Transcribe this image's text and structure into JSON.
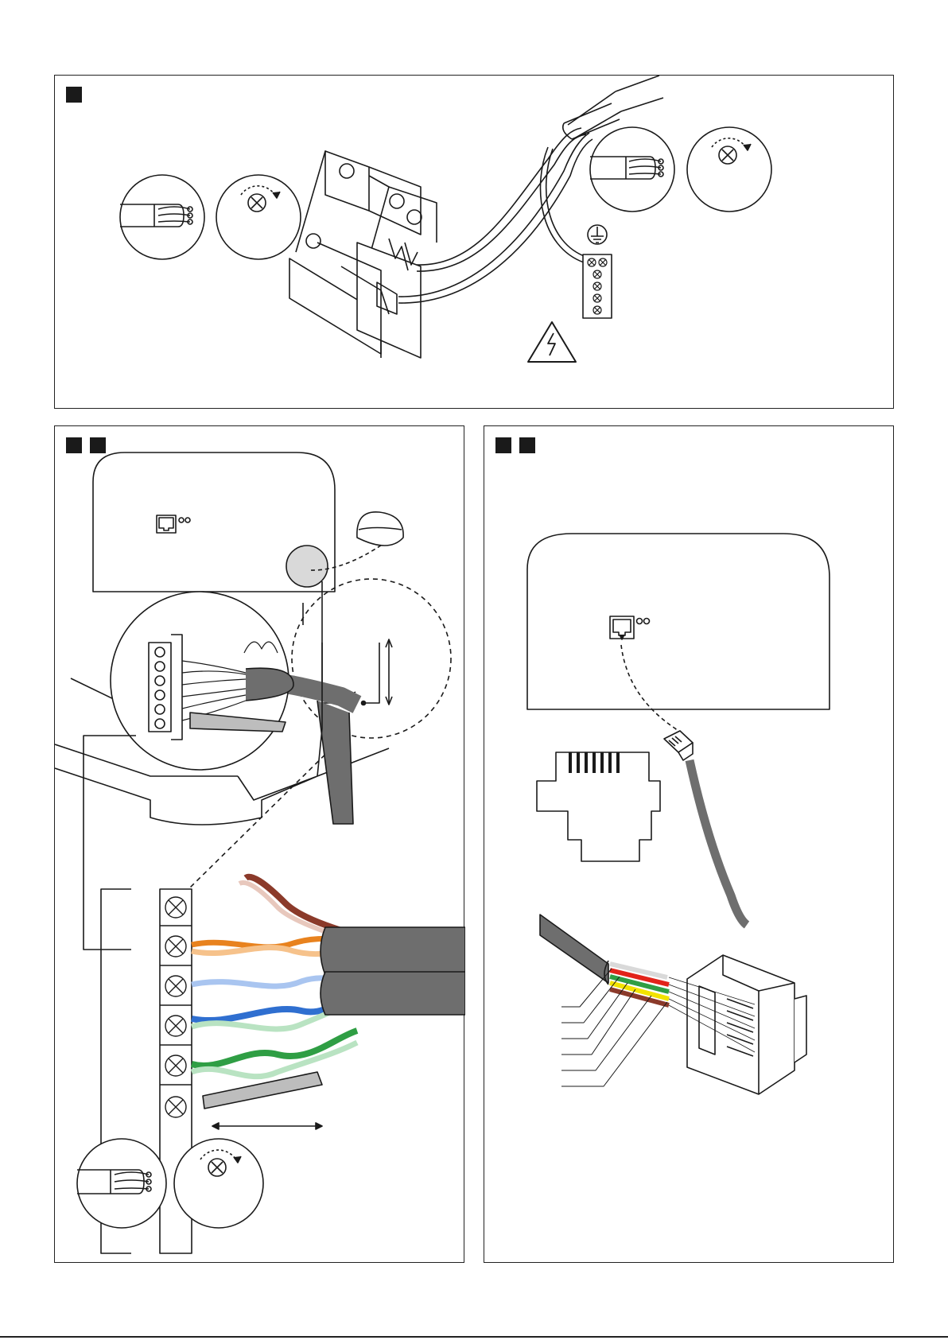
{
  "page": {
    "panels": [
      {
        "id": "top",
        "markers": 1
      },
      {
        "id": "bottom-left",
        "markers": 2
      },
      {
        "id": "bottom-right",
        "markers": 2
      }
    ]
  },
  "icons": {
    "warning": "high-voltage-warning-icon",
    "ground": "ground-symbol-icon",
    "strip": "stripped-wire-icon",
    "screw": "screw-tighten-icon"
  },
  "wire_colors": {
    "orange": "#e8821e",
    "brown": "#8b3a2a",
    "blue": "#2f6fd0",
    "green": "#2f9e44",
    "red": "#e2231a",
    "yellow": "#f2e300",
    "grey": "#6e6e6e",
    "bubble": "#d9d9d9"
  }
}
